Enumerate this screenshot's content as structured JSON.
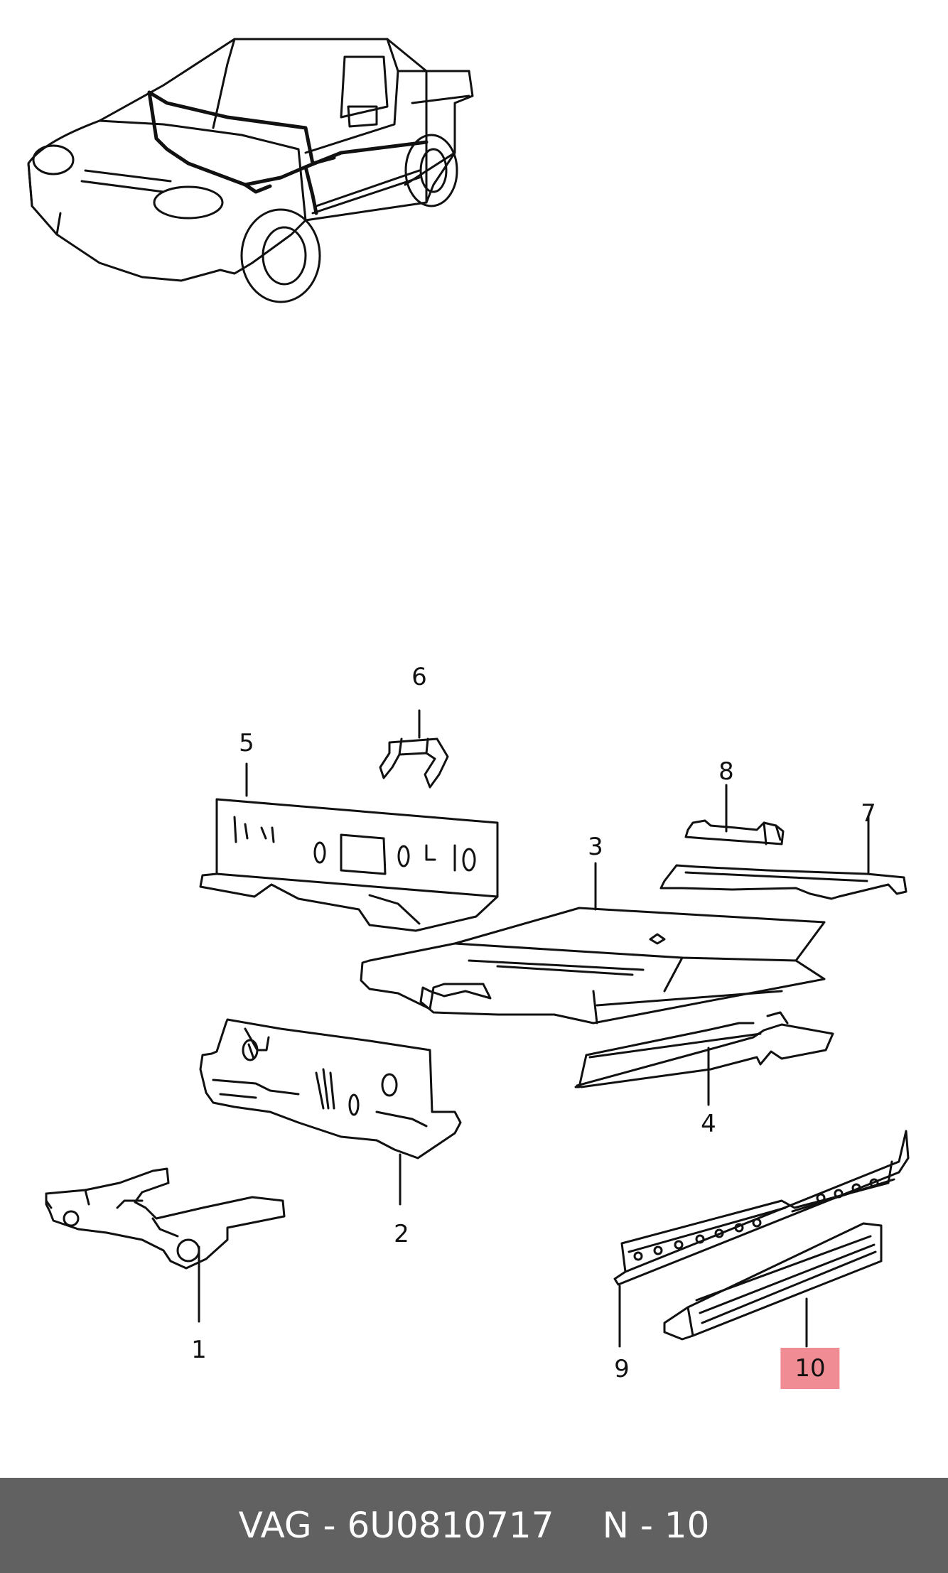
{
  "callouts": {
    "c1": "1",
    "c2": "2",
    "c3": "3",
    "c4": "4",
    "c5": "5",
    "c6": "6",
    "c7": "7",
    "c8": "8",
    "c9": "9",
    "c10": "10"
  },
  "highlight_color": "#f08c94",
  "footer": {
    "brand_part": "VAG - 6U0810717",
    "page_ref": "N - 10",
    "background": "#616161"
  }
}
